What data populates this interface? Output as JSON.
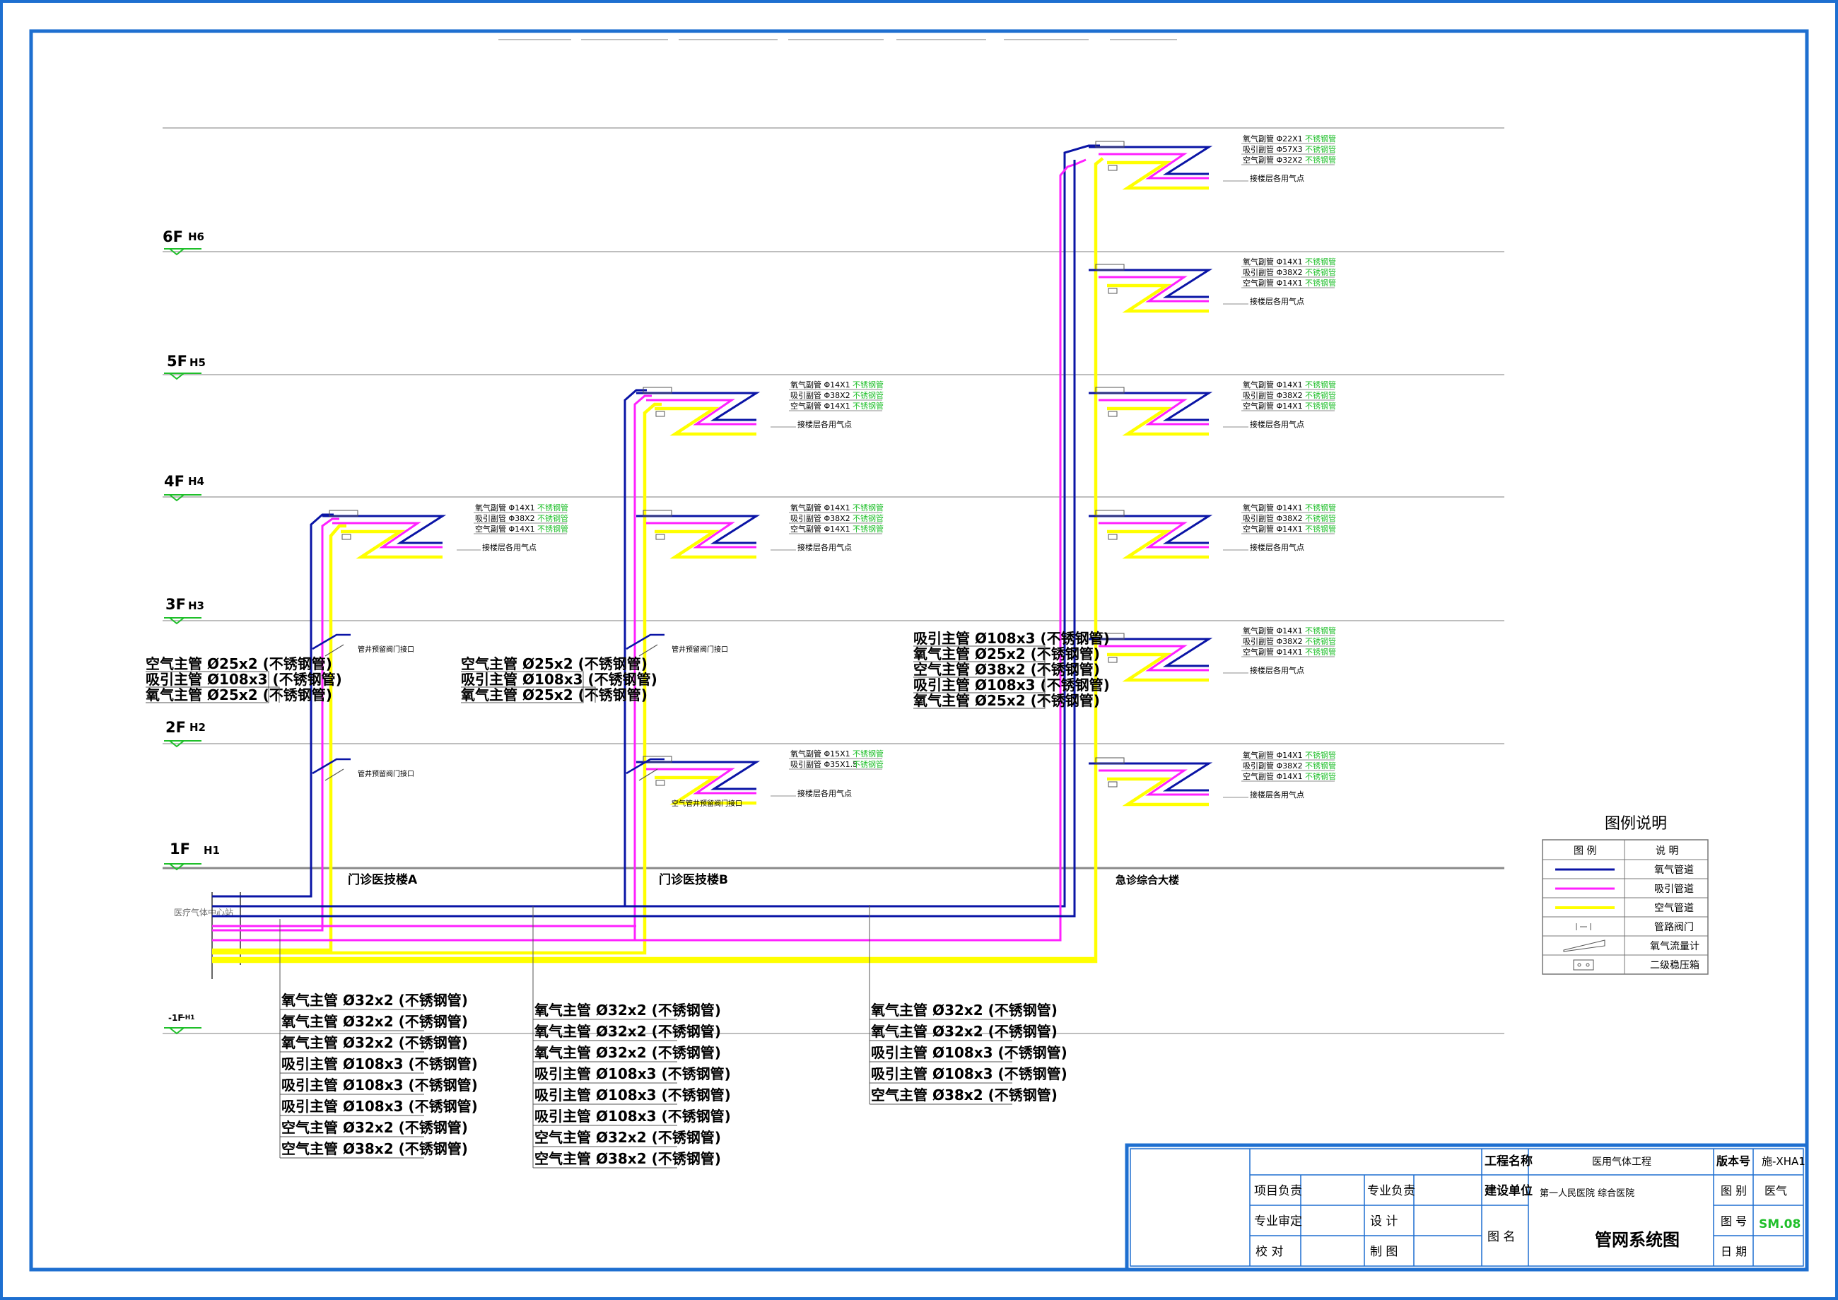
{
  "colors": {
    "frame": "#1e6fd0",
    "oxygen": "#0a14a6",
    "suction": "#ff20ff",
    "air": "#ffff00",
    "note_green": "#1fbf2a",
    "floor_marker": "#1fbf2a"
  },
  "floors": [
    {
      "floor": "6F",
      "elev": "H6"
    },
    {
      "floor": "5F",
      "elev": "H5"
    },
    {
      "floor": "4F",
      "elev": "H4"
    },
    {
      "floor": "3F",
      "elev": "H3"
    },
    {
      "floor": "2F",
      "elev": "H2"
    },
    {
      "floor": "1F",
      "elev": "H1"
    },
    {
      "floor": "-1F",
      "elev": "-H1"
    }
  ],
  "source_label": "医疗气体中心站",
  "buildings": [
    "门诊医技楼A",
    "门诊医技楼B",
    "急诊综合大楼"
  ],
  "header_groups": [
    {
      "id": "a",
      "lines": [
        "空气主管 Ø25x2 (不锈钢管)",
        "吸引主管 Ø108x3 (不锈钢管)",
        "氧气主管 Ø25x2 (不锈钢管)"
      ]
    },
    {
      "id": "b",
      "lines": [
        "空气主管 Ø25x2 (不锈钢管)",
        "吸引主管 Ø108x3 (不锈钢管)",
        "氧气主管 Ø25x2 (不锈钢管)"
      ]
    },
    {
      "id": "c",
      "lines": [
        "吸引主管 Ø108x3 (不锈钢管)",
        "氧气主管 Ø25x2 (不锈钢管)",
        "空气主管 Ø38x2 (不锈钢管)",
        "吸引主管 Ø108x3 (不锈钢管)",
        "氧气主管 Ø25x2 (不锈钢管)"
      ]
    }
  ],
  "bottom_tables": [
    {
      "id": "a",
      "rows": [
        "氧气主管 Ø32x2 (不锈钢管)",
        "氧气主管 Ø32x2 (不锈钢管)",
        "氧气主管 Ø32x2 (不锈钢管)",
        "吸引主管 Ø108x3 (不锈钢管)",
        "吸引主管 Ø108x3 (不锈钢管)",
        "吸引主管 Ø108x3 (不锈钢管)",
        "空气主管 Ø32x2 (不锈钢管)",
        "空气主管 Ø38x2 (不锈钢管)"
      ]
    },
    {
      "id": "b",
      "rows": [
        "氧气主管 Ø32x2 (不锈钢管)",
        "氧气主管 Ø32x2 (不锈钢管)",
        "氧气主管 Ø32x2 (不锈钢管)",
        "吸引主管 Ø108x3 (不锈钢管)",
        "吸引主管 Ø108x3 (不锈钢管)",
        "吸引主管 Ø108x3 (不锈钢管)",
        "空气主管 Ø32x2 (不锈钢管)",
        "空气主管 Ø38x2 (不锈钢管)"
      ]
    },
    {
      "id": "c",
      "rows": [
        "氧气主管 Ø32x2 (不锈钢管)",
        "氧气主管 Ø32x2 (不锈钢管)",
        "吸引主管 Ø108x3 (不锈钢管)",
        "吸引主管 Ø108x3 (不锈钢管)",
        "空气主管 Ø38x2 (不锈钢管)"
      ]
    }
  ],
  "branch_notes": [
    {
      "id": "a4",
      "lines": [
        [
          "氧气副管 Φ14X1",
          "不锈钢管"
        ],
        [
          "吸引副管 Φ38X2",
          "不锈钢管"
        ],
        [
          "空气副管 Φ14X1",
          "不锈钢管"
        ]
      ],
      "connect": "接楼层各用气点"
    },
    {
      "id": "b5",
      "lines": [
        [
          "氧气副管 Φ14X1",
          "不锈钢管"
        ],
        [
          "吸引副管 Φ38X2",
          "不锈钢管"
        ],
        [
          "空气副管 Φ14X1",
          "不锈钢管"
        ]
      ],
      "connect": "接楼层各用气点"
    },
    {
      "id": "b4",
      "lines": [
        [
          "氧气副管 Φ14X1",
          "不锈钢管"
        ],
        [
          "吸引副管 Φ38X2",
          "不锈钢管"
        ],
        [
          "空气副管 Φ14X1",
          "不锈钢管"
        ]
      ],
      "connect": "接楼层各用气点"
    },
    {
      "id": "b2",
      "lines": [
        [
          "氧气副管 Φ15X1",
          "不锈钢管"
        ],
        [
          "吸引副管 Φ35X1.5",
          "不锈钢管"
        ]
      ],
      "connect": "接楼层各用气点"
    },
    {
      "id": "c7",
      "lines": [
        [
          "氧气副管 Φ22X1",
          "不锈钢管"
        ],
        [
          "吸引副管 Φ57X3",
          "不锈钢管"
        ],
        [
          "空气副管 Φ32X2",
          "不锈钢管"
        ]
      ],
      "connect": "接楼层各用气点"
    },
    {
      "id": "c6",
      "lines": [
        [
          "氧气副管 Φ14X1",
          "不锈钢管"
        ],
        [
          "吸引副管 Φ38X2",
          "不锈钢管"
        ],
        [
          "空气副管 Φ14X1",
          "不锈钢管"
        ]
      ],
      "connect": "接楼层各用气点"
    },
    {
      "id": "c5",
      "lines": [
        [
          "氧气副管 Φ14X1",
          "不锈钢管"
        ],
        [
          "吸引副管 Φ38X2",
          "不锈钢管"
        ],
        [
          "空气副管 Φ14X1",
          "不锈钢管"
        ]
      ],
      "connect": "接楼层各用气点"
    },
    {
      "id": "c4",
      "lines": [
        [
          "氧气副管 Φ14X1",
          "不锈钢管"
        ],
        [
          "吸引副管 Φ38X2",
          "不锈钢管"
        ],
        [
          "空气副管 Φ14X1",
          "不锈钢管"
        ]
      ],
      "connect": "接楼层各用气点"
    },
    {
      "id": "c3",
      "lines": [
        [
          "氧气副管 Φ14X1",
          "不锈钢管"
        ],
        [
          "吸引副管 Φ38X2",
          "不锈钢管"
        ],
        [
          "空气副管 Φ14X1",
          "不锈钢管"
        ]
      ],
      "connect": "接楼层各用气点"
    },
    {
      "id": "c2",
      "lines": [
        [
          "氧气副管 Φ14X1",
          "不锈钢管"
        ],
        [
          "吸引副管 Φ38X2",
          "不锈钢管"
        ],
        [
          "空气副管 Φ14X1",
          "不锈钢管"
        ]
      ],
      "connect": "接楼层各用气点"
    }
  ],
  "reserve_labels": {
    "a3": "管井预留阀门接口",
    "a2": "管井预留阀门接口",
    "b3": "管井预留阀门接口",
    "b2": "空气管井预留阀门接口"
  },
  "legend": {
    "title": "图例说明",
    "col_symbol": "图 例",
    "col_desc": "说 明",
    "items": [
      {
        "symbol": "oxygen-line",
        "text": "氧气管道"
      },
      {
        "symbol": "suction-line",
        "text": "吸引管道"
      },
      {
        "symbol": "air-line",
        "text": "空气管道"
      },
      {
        "symbol": "valve-icon",
        "text": "管路阀门"
      },
      {
        "symbol": "flowmeter-icon",
        "text": "氧气流量计"
      },
      {
        "symbol": "regulator-box-icon",
        "text": "二级稳压箱"
      }
    ]
  },
  "title_block": {
    "project_name_label": "工程名称",
    "project_name": "医用气体工程",
    "client_label": "建设单位",
    "client": "第一人民医院 综合医院",
    "drawing_name_label": "图  名",
    "drawing_name": "管网系统图",
    "version_label": "版本号",
    "version": "施-XHA1",
    "category_label": "图 别",
    "category": "医气",
    "drawing_no_label": "图 号",
    "drawing_no": "SM.08",
    "date_label": "日 期",
    "date": "",
    "project_lead_label": "项目负责",
    "discipline_lead_label": "专业负责",
    "discipline_review_label": "专业审定",
    "design_label": "设  计",
    "check_label": "校  对",
    "draft_label": "制  图"
  }
}
